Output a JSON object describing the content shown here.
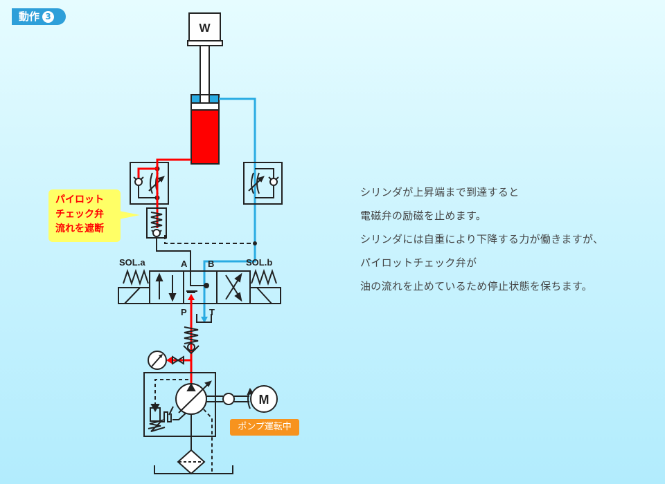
{
  "header": {
    "badge_label": "動作",
    "badge_number": "3"
  },
  "diagram": {
    "weight_label": "W",
    "port_labels": {
      "a": "A",
      "b": "B",
      "p": "P",
      "t": "T"
    },
    "solenoid_labels": {
      "a": "SOL.a",
      "b": "SOL.b"
    },
    "motor_label": "M",
    "callout_lines": [
      "パイロット",
      "チェック弁",
      "流れを遮断"
    ],
    "pump_status": "ポンプ運転中",
    "colors": {
      "pressure_line": "#ff0000",
      "return_line": "#29abe2",
      "cylinder_fill": "#ff0000",
      "rod_side_fill": "#29abe2",
      "callout_bg": "#ffff66",
      "callout_text": "#ff0000",
      "pump_status_bg": "#f7931e",
      "badge_bg": "#2e9fd9"
    }
  },
  "description": {
    "lines": [
      "シリンダが上昇端まで到達すると",
      "電磁弁の励磁を止めます。",
      "シリンダには自重により下降する力が働きますが、",
      "パイロットチェック弁が",
      "油の流れを止めているため停止状態を保ちます。"
    ]
  }
}
